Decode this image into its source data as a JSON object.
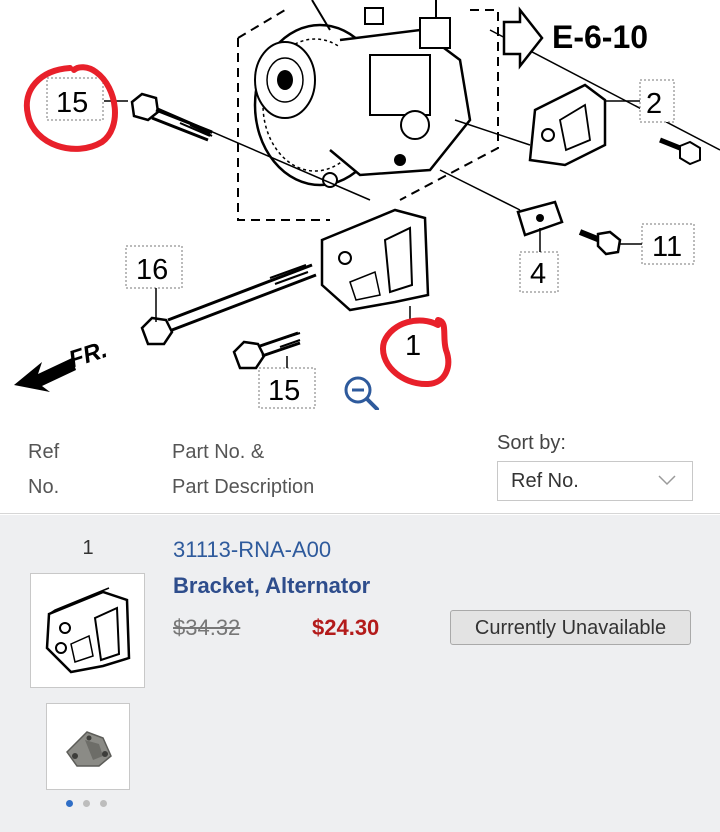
{
  "diagram": {
    "reference_label": "E-6-10",
    "front_label": "FR.",
    "callouts": [
      "15",
      "2",
      "16",
      "4",
      "11",
      "1",
      "15"
    ],
    "zoom_icon": "zoom-out-icon"
  },
  "list_header": {
    "ref_label_line1": "Ref",
    "ref_label_line2": "No.",
    "part_label_line1": "Part No. &",
    "part_label_line2": "Part Description",
    "sort_label": "Sort by:",
    "sort_value": "Ref No."
  },
  "part": {
    "ref_no": "1",
    "part_number": "31113-RNA-A00",
    "description": "Bracket, Alternator",
    "old_price": "$34.32",
    "price": "$24.30",
    "status": "Currently Unavailable",
    "image_page_count": 3,
    "image_page_active": 1
  },
  "colors": {
    "link_blue": "#2e5a9c",
    "price_red": "#b31b1b",
    "annotation_red": "#e8202a",
    "row_background": "#eeeff1"
  }
}
